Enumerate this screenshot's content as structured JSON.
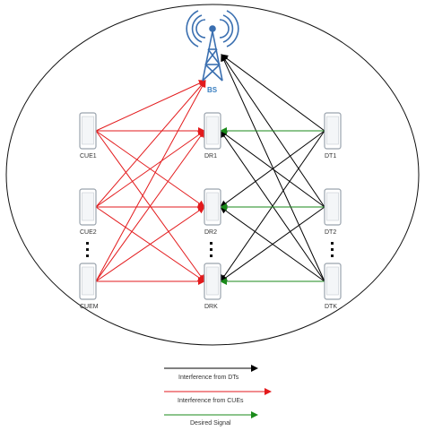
{
  "colors": {
    "interference_dt": "#000000",
    "interference_cue": "#e31a1c",
    "desired": "#1a8a1a",
    "device_stroke": "#9aa3ad",
    "device_fill": "#ffffff",
    "tower": "#3a6fb0"
  },
  "base_station": {
    "label": "BS",
    "icon": "antenna-tower-icon"
  },
  "cues": [
    {
      "id": "cue1",
      "label": "CUE1"
    },
    {
      "id": "cue2",
      "label": "CUE2"
    },
    {
      "id": "cuem",
      "label": "CUEM"
    }
  ],
  "receivers": [
    {
      "id": "dr1",
      "label": "DR1"
    },
    {
      "id": "dr2",
      "label": "DR2"
    },
    {
      "id": "drk",
      "label": "DRK"
    }
  ],
  "transmitters": [
    {
      "id": "dt1",
      "label": "DT1"
    },
    {
      "id": "dt2",
      "label": "DT2"
    },
    {
      "id": "dtk",
      "label": "DTK"
    }
  ],
  "legend": [
    {
      "label": "Interference from DTs",
      "color_key": "interference_dt"
    },
    {
      "label": "Interference from CUEs",
      "color_key": "interference_cue"
    },
    {
      "label": "Desired Signal",
      "color_key": "desired"
    }
  ],
  "edges": {
    "cue_interference": [
      [
        "cue1",
        "bs"
      ],
      [
        "cue1",
        "dr1"
      ],
      [
        "cue1",
        "dr2"
      ],
      [
        "cue1",
        "drk"
      ],
      [
        "cue2",
        "bs"
      ],
      [
        "cue2",
        "dr1"
      ],
      [
        "cue2",
        "dr2"
      ],
      [
        "cue2",
        "drk"
      ],
      [
        "cuem",
        "bs"
      ],
      [
        "cuem",
        "dr1"
      ],
      [
        "cuem",
        "dr2"
      ],
      [
        "cuem",
        "drk"
      ]
    ],
    "dt_interference": [
      [
        "dt1",
        "bs"
      ],
      [
        "dt1",
        "dr2"
      ],
      [
        "dt1",
        "drk"
      ],
      [
        "dt2",
        "bs"
      ],
      [
        "dt2",
        "dr1"
      ],
      [
        "dt2",
        "drk"
      ],
      [
        "dtk",
        "bs"
      ],
      [
        "dtk",
        "dr1"
      ],
      [
        "dtk",
        "dr2"
      ]
    ],
    "desired": [
      [
        "dt1",
        "dr1"
      ],
      [
        "dt2",
        "dr2"
      ],
      [
        "dtk",
        "drk"
      ]
    ]
  }
}
